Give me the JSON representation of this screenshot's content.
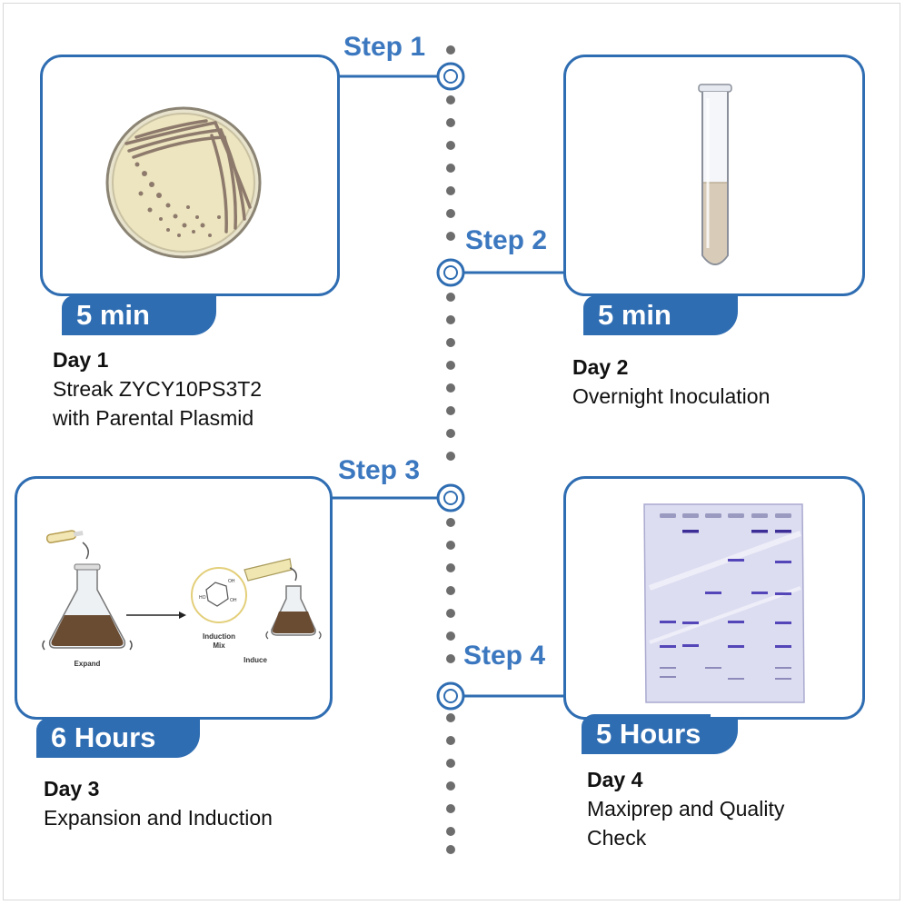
{
  "steps": [
    {
      "step_label": "Step 1",
      "duration": "5 min",
      "day": "Day 1",
      "description": "Streak ZYCY10PS3T2\nwith Parental Plasmid"
    },
    {
      "step_label": "Step 2",
      "duration": "5 min",
      "day": "Day 2",
      "description": "Overnight Inoculation"
    },
    {
      "step_label": "Step 3",
      "duration": "6 Hours",
      "day": "Day 3",
      "description": "Expansion and Induction",
      "illustration_labels": {
        "expand": "Expand",
        "induction_mix": "Induction\nMix",
        "induce": "Induce"
      }
    },
    {
      "step_label": "Step 4",
      "duration": "5 Hours",
      "day": "Day 4",
      "description": "Maxiprep and Quality\nCheck"
    }
  ],
  "colors": {
    "accent": "#2f6db2",
    "step_text": "#3c78bf",
    "timeline_dots": "#6d6d6d"
  },
  "icons": [
    "petri-dish-icon",
    "test-tube-icon",
    "flask-icon",
    "gel-electrophoresis-icon"
  ]
}
